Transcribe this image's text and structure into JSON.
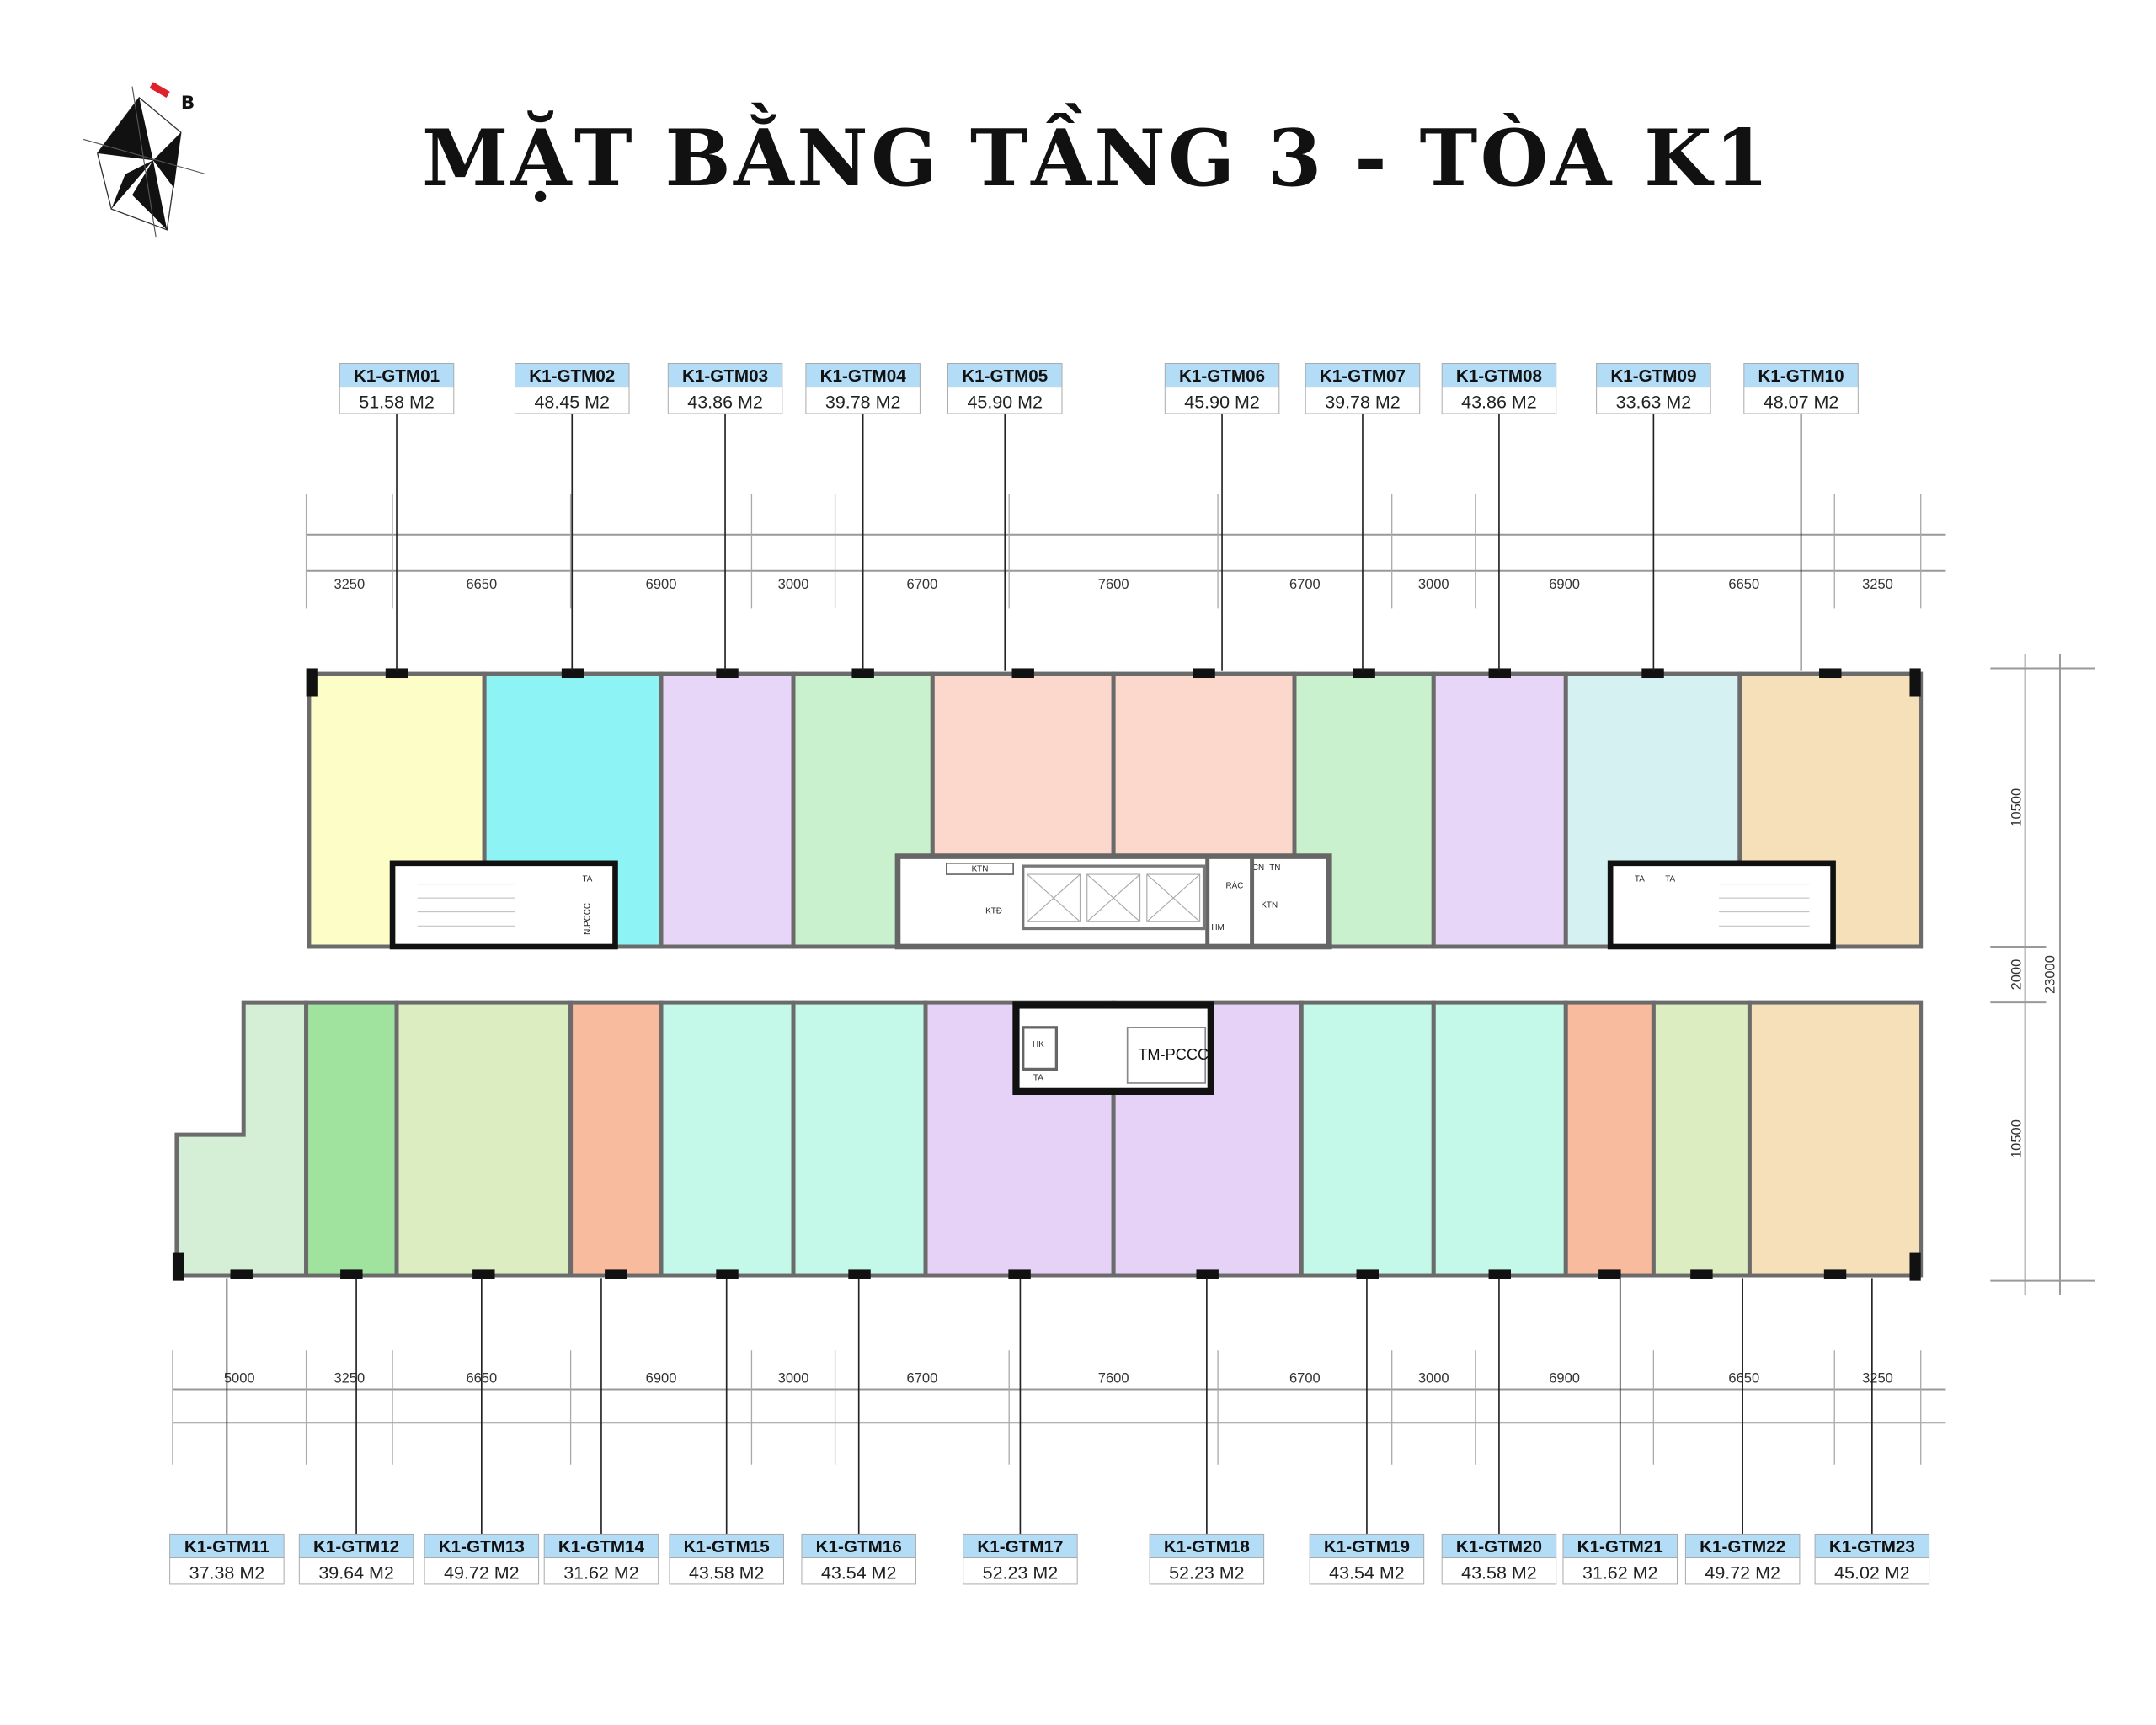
{
  "title": "MẶT BẰNG TẦNG 3 - TÒA K1",
  "logo_text": "B",
  "units_top": [
    {
      "id": "K1-GTM01",
      "area": "51.58 M2",
      "color": "#fdfdc8"
    },
    {
      "id": "K1-GTM02",
      "area": "48.45 M2",
      "color": "#8ef3f5"
    },
    {
      "id": "K1-GTM03",
      "area": "43.86 M2",
      "color": "#e7d6f8"
    },
    {
      "id": "K1-GTM04",
      "area": "39.78 M2",
      "color": "#c9f1cd"
    },
    {
      "id": "K1-GTM05",
      "area": "45.90 M2",
      "color": "#fbd8cb"
    },
    {
      "id": "K1-GTM06",
      "area": "45.90 M2",
      "color": "#fbd8cb"
    },
    {
      "id": "K1-GTM07",
      "area": "39.78 M2",
      "color": "#c9f1cd"
    },
    {
      "id": "K1-GTM08",
      "area": "43.86 M2",
      "color": "#e7d6f8"
    },
    {
      "id": "K1-GTM09",
      "area": "33.63 M2",
      "color": "#d5f1f1"
    },
    {
      "id": "K1-GTM10",
      "area": "48.07 M2",
      "color": "#f6e0ba"
    }
  ],
  "units_bottom": [
    {
      "id": "K1-GTM11",
      "area": "37.38 M2",
      "color": "#d4efd5"
    },
    {
      "id": "K1-GTM12",
      "area": "39.64 M2",
      "color": "#9fe39f"
    },
    {
      "id": "K1-GTM13",
      "area": "49.72 M2",
      "color": "#ddedc2"
    },
    {
      "id": "K1-GTM14",
      "area": "31.62 M2",
      "color": "#f9bb9e"
    },
    {
      "id": "K1-GTM15",
      "area": "43.58 M2",
      "color": "#c4f8e8"
    },
    {
      "id": "K1-GTM16",
      "area": "43.54 M2",
      "color": "#c4f8e8"
    },
    {
      "id": "K1-GTM17",
      "area": "52.23 M2",
      "color": "#e5d2f6"
    },
    {
      "id": "K1-GTM18",
      "area": "52.23 M2",
      "color": "#e5d2f6"
    },
    {
      "id": "K1-GTM19",
      "area": "43.54 M2",
      "color": "#c4f8e8"
    },
    {
      "id": "K1-GTM20",
      "area": "43.58 M2",
      "color": "#c4f8e8"
    },
    {
      "id": "K1-GTM21",
      "area": "31.62 M2",
      "color": "#f9bb9e"
    },
    {
      "id": "K1-GTM22",
      "area": "49.72 M2",
      "color": "#ddedc2"
    },
    {
      "id": "K1-GTM23",
      "area": "45.02 M2",
      "color": "#f6e0ba"
    }
  ],
  "dims_top": [
    "3250",
    "6650",
    "6900",
    "3000",
    "6700",
    "7600",
    "6700",
    "3000",
    "6900",
    "6650",
    "3250"
  ],
  "dims_bottom": [
    "5000",
    "3250",
    "6650",
    "6900",
    "3000",
    "6700",
    "7600",
    "6700",
    "3000",
    "6900",
    "6650",
    "3250"
  ],
  "dims_right": {
    "top": "10500",
    "middle": "2000",
    "bottom": "10500",
    "total": "23000"
  },
  "rooms": {
    "ktn": "KTN",
    "ktd": "KTĐ",
    "rac": "RÁC",
    "cn": "CN",
    "tn": "TN",
    "ktn2": "KTN",
    "hm": "HM",
    "hk": "HK",
    "ta": "TA",
    "tm_pccc": "TM-PCCC",
    "n_pccc": "N.PCCC",
    "ta_top_left": "TA",
    "ta_right_1": "TA",
    "ta_right_2": "TA"
  },
  "label_color": "#b3dcf7"
}
